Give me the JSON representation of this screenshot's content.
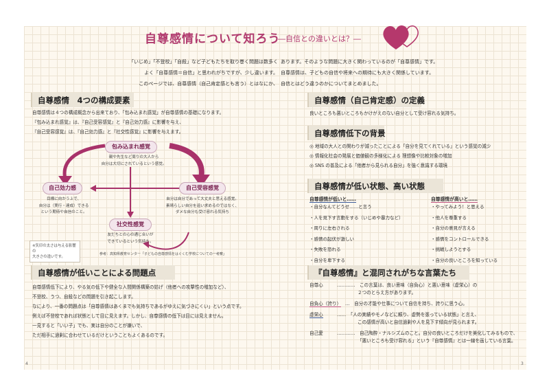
{
  "header": {
    "title": "自尊感情について知ろう",
    "subtitle": "―自信との違いとは？―"
  },
  "intro": {
    "left": [
      "「いじめ」「不登校」「自殺」など子どもたちを取り巻く問題は数多く",
      "よく「自尊感情＝自信」と思われがちですが、少し違います。",
      "このページでは、自尊感情（自己肯定感とも言う）とはなにか、"
    ],
    "right": [
      "あります。そのような問題に大きく関わっているのが「自尊感情」です。",
      "自尊感情は、子どもの自信や将来への期待にも大きく関係しています。",
      "自信とはどう違うのかについてまとめました。"
    ]
  },
  "sec_components": {
    "heading": "自尊感情　4つの構成要素",
    "lines": [
      "自尊感情は４つの構成概念から出来ており、「包み込まれ感覚」が自尊感情の基礎になります。",
      "『包み込まれ感覚』は、『自己受容感覚』と『自己効力感』に影響を与え、",
      "『自己受容感覚』は、『自己効力感』と『社交性感覚』に影響を与えます。"
    ],
    "diagram": {
      "top": {
        "label": "包み込まれ感覚",
        "desc": [
          "親や先生など周りの大人から",
          "自分は大切にされているという感覚。"
        ]
      },
      "left": {
        "label": "自己効力感",
        "desc": [
          "目標に向かう上で、",
          "自分は（実行・達成）できる",
          "という期待や自信のこと。"
        ]
      },
      "right": {
        "label": "自己受容感覚",
        "desc": [
          "自分は自分であって大丈夫と思える感覚。",
          "素晴らしい自分を追い求めるのではなく、",
          "ダメな自分も受け容れる気持ち"
        ]
      },
      "bottom": {
        "label": "社交性感覚",
        "desc": [
          "友だちとの心の通じ合いが",
          "できているという気持ち。"
        ]
      },
      "note": [
        "※矢印の太さは与える影響の",
        "大きさの違いです。"
      ],
      "source": "参考：高知県教育センター「子どもの自尊感情をはぐくむ学校についての一考察」"
    }
  },
  "sec_problems": {
    "heading": "自尊感情が低いことによる問題点",
    "lines": [
      "自尊感情低下により、やる気の低下や健全な人間関係構築の妨げ（他者への攻撃性の増加など）、",
      "不登校、うつ、自殺などの問題を引き起こします。",
      "なにより、一番の問題点は「自尊感情はあくまでも気持ちであるがゆえに気づきにくい」という点です。",
      "例えば不登校であれば状態として目に見えます。しかし、自尊感情の低下は目には見えません。",
      "一見すると「いい子」でも、実は自分のことが嫌いで、",
      "ただ相手に過剰に合わせているだけということもよくあるのです。"
    ]
  },
  "sec_definition": {
    "heading": "自尊感情（自己肯定感）の定義",
    "text": "良いところも悪いところもかけがえのない自分として受け容れる気持ち。"
  },
  "sec_background": {
    "heading": "自尊感情低下の背景",
    "items": [
      "◎ 地域の大人との関わりが減ったことによる「自分を見てくれている」という感覚の減少",
      "◎ 情報化社会の発展と価値観の多様化による 理想像や比較対象の増加",
      "◎ SNS の普及による「他者から見られる自分」を強く意識する環境"
    ]
  },
  "sec_states": {
    "heading": "自尊感情が低い状態、高い状態",
    "low_title": "自尊感情が低いと……",
    "high_title": "自尊感情が高いと……",
    "low": [
      "・自分なんてどうせ……と言う",
      "・人を見下す言動をする（いじめや暴力など）",
      "・周りに左右される",
      "・感情の起伏が激しい",
      "・失敗を恐れる",
      "・自分を卑下する"
    ],
    "high": [
      "・やってみよう！と思える",
      "・他人を尊重する",
      "・自分の意見が言える",
      "・感情をコントロールできる",
      "・挑戦しようとする",
      "・自分の良いところを知っている"
    ]
  },
  "sec_confused": {
    "heading": "『自尊感情』と混同されがちな言葉たち",
    "rows": [
      {
        "term": "自尊心",
        "text": [
          "…………　この言葉は、良い意味（自負心）と悪い意味（虚栄心）の",
          "２つのとらえ方があります。"
        ]
      },
      {
        "term": "自負心（誇り）",
        "text": [
          "…　自分の才能や仕事について自信を持ち、誇りに思う心。"
        ]
      },
      {
        "term": "虚栄心",
        "text": [
          "……　「人の実績やモノなどに頼り、虚勢を張っている状態」と言え、",
          "この感情が高いと自信過剰や人を見下す傾向が見られます。"
        ]
      },
      {
        "term": "自己愛",
        "text": [
          "…………　自己陶酔・ナルシズムのこと。自分の良いところだけを美化してみるもので、",
          "「悪いところも受け容れる」という『自尊感情』とは一線を画している言葉。"
        ]
      }
    ]
  },
  "page_numbers": {
    "left": "4",
    "right": "3"
  },
  "colors": {
    "accent": "#b03a6e",
    "underline_low": "#c0527f",
    "underline_high": "#3b5a9a"
  },
  "icons": {
    "header": "hearts-icon"
  }
}
